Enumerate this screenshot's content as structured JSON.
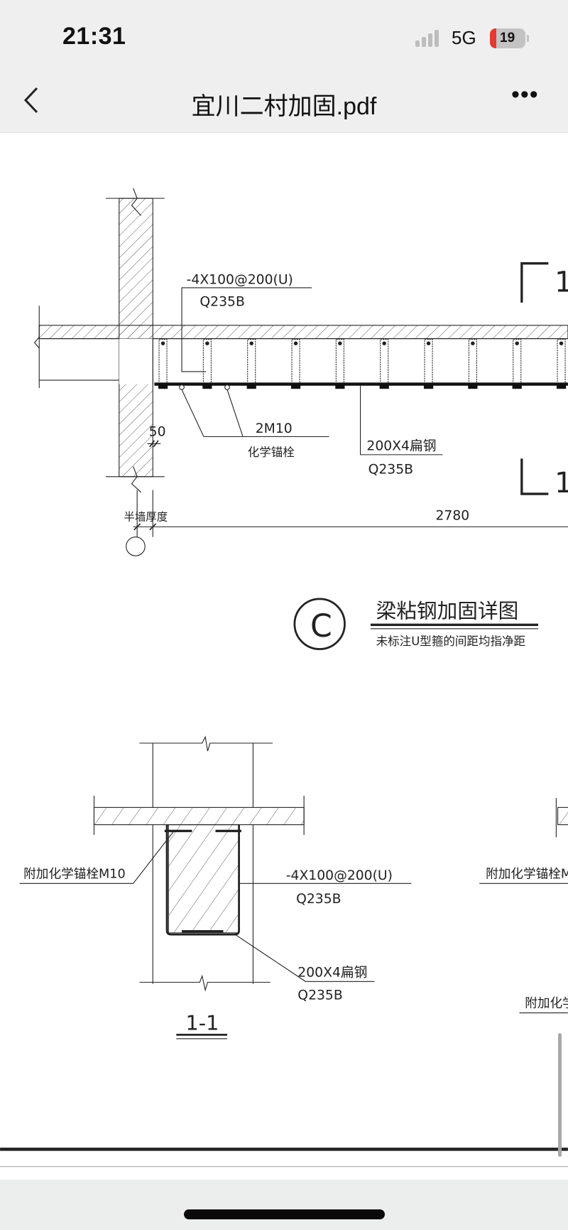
{
  "status_bar": {
    "time": "21:31",
    "network": "5G",
    "battery": "19",
    "battery_color": "#e5392f"
  },
  "nav": {
    "back_icon": "chevron-left-icon",
    "title": "宜川二村加固.pdf",
    "more_icon": "ellipsis-icon",
    "more_label": "•••"
  },
  "drawing": {
    "elevation": {
      "strap_label": "-4X100@200(U)",
      "strap_material": "Q235B",
      "anchor_label": "2M10",
      "anchor_desc": "化学锚栓",
      "plate_label": "200X4扁钢",
      "plate_material": "Q235B",
      "gap_dim": "50",
      "wall_dim": "半墙厚度",
      "span_dim": "2780",
      "section_mark": "1"
    },
    "detail_title": {
      "symbol": "C",
      "title": "梁粘钢加固详图",
      "note": "未标注U型箍的间距均指净距"
    },
    "section_1_1": {
      "anchor_label": "附加化学锚栓M10",
      "strap_label": "-4X100@200(U)",
      "strap_material": "Q235B",
      "plate_label": "200X4扁钢",
      "plate_material": "Q235B",
      "title": "1-1"
    },
    "section_partial": {
      "anchor_label": "附加化学锚栓M",
      "anchor_label_2": "附加化学"
    }
  }
}
